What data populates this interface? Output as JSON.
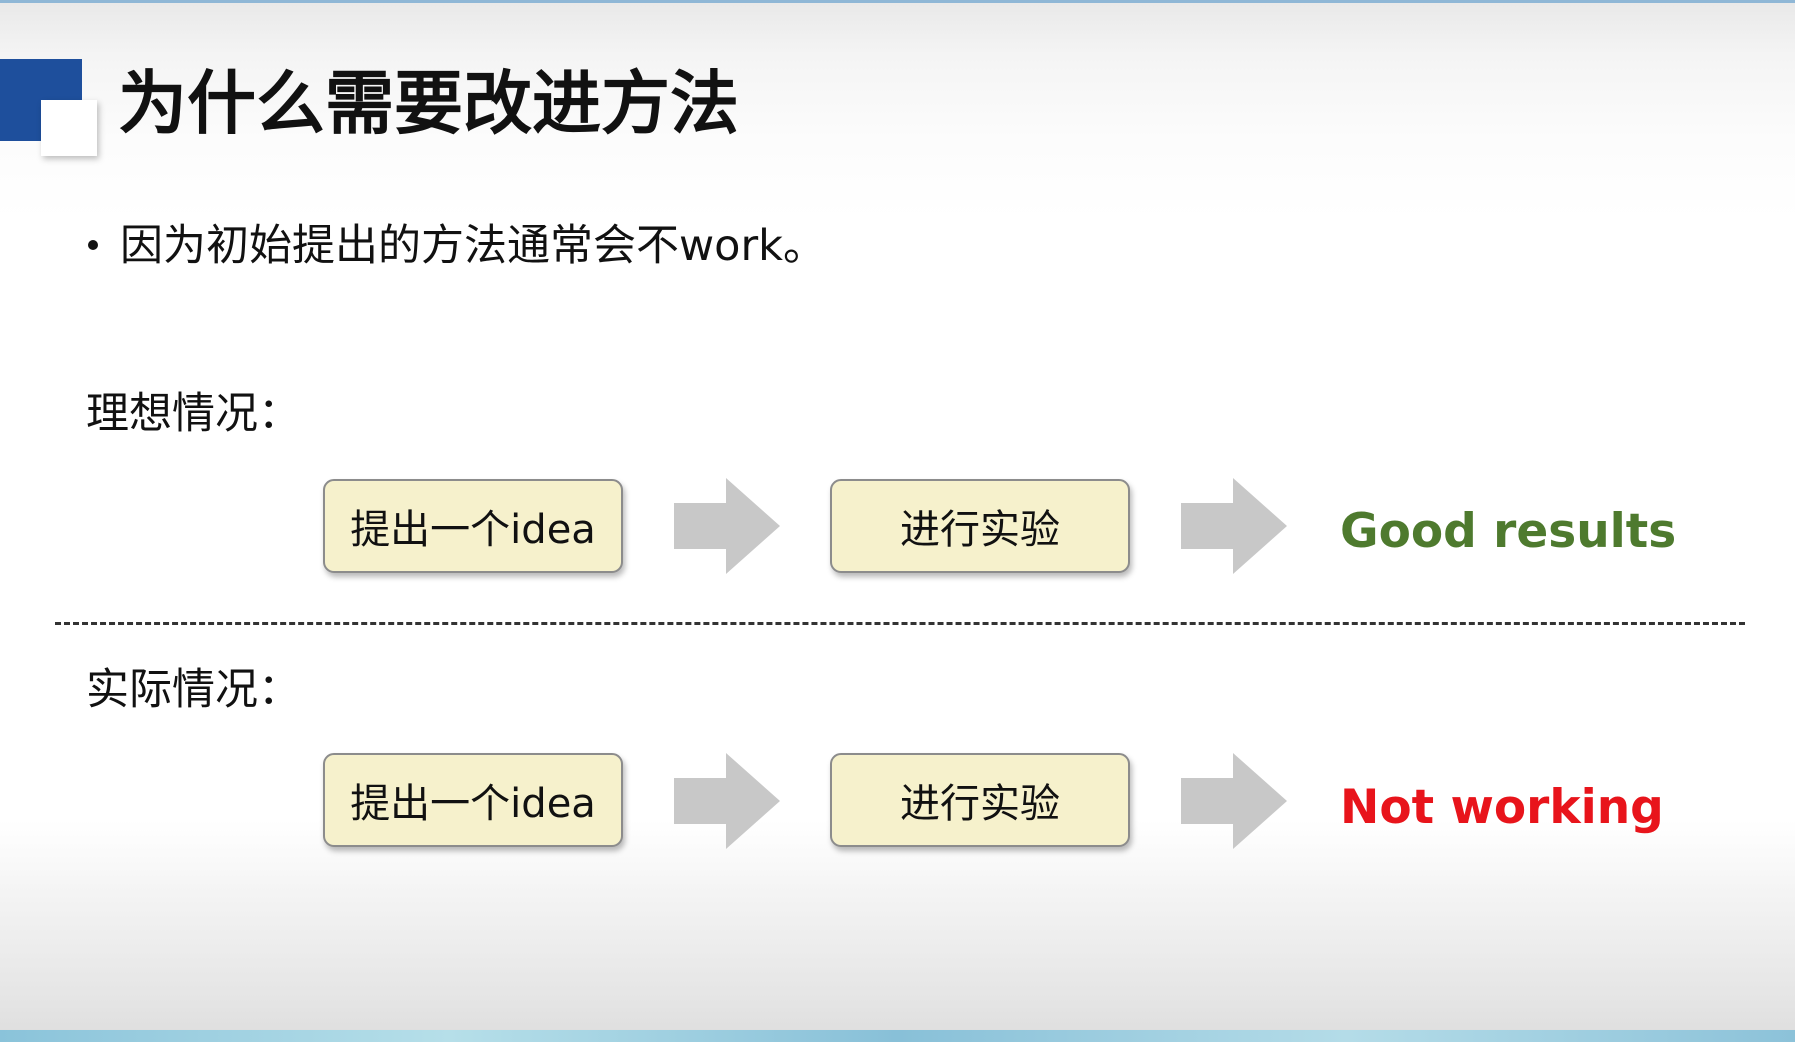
{
  "slide": {
    "title": "为什么需要改进方法",
    "bullet": "因为初始提出的方法通常会不work。",
    "ideal": {
      "label": "理想情况：",
      "steps": [
        "提出一个idea",
        "进行实验"
      ],
      "result": "Good results",
      "result_color": "#4e7a2e"
    },
    "actual": {
      "label": "实际情况：",
      "steps": [
        "提出一个idea",
        "进行实验"
      ],
      "result": "Not working",
      "result_color": "#e8141b"
    }
  },
  "colors": {
    "accent_blue": "#1e4f9c",
    "box_fill": "#f6f1cc",
    "arrow_gray": "#c8c8c8"
  },
  "icons": {
    "title_logo": "stacked-squares-icon",
    "flow_arrow": "right-arrow-icon"
  }
}
